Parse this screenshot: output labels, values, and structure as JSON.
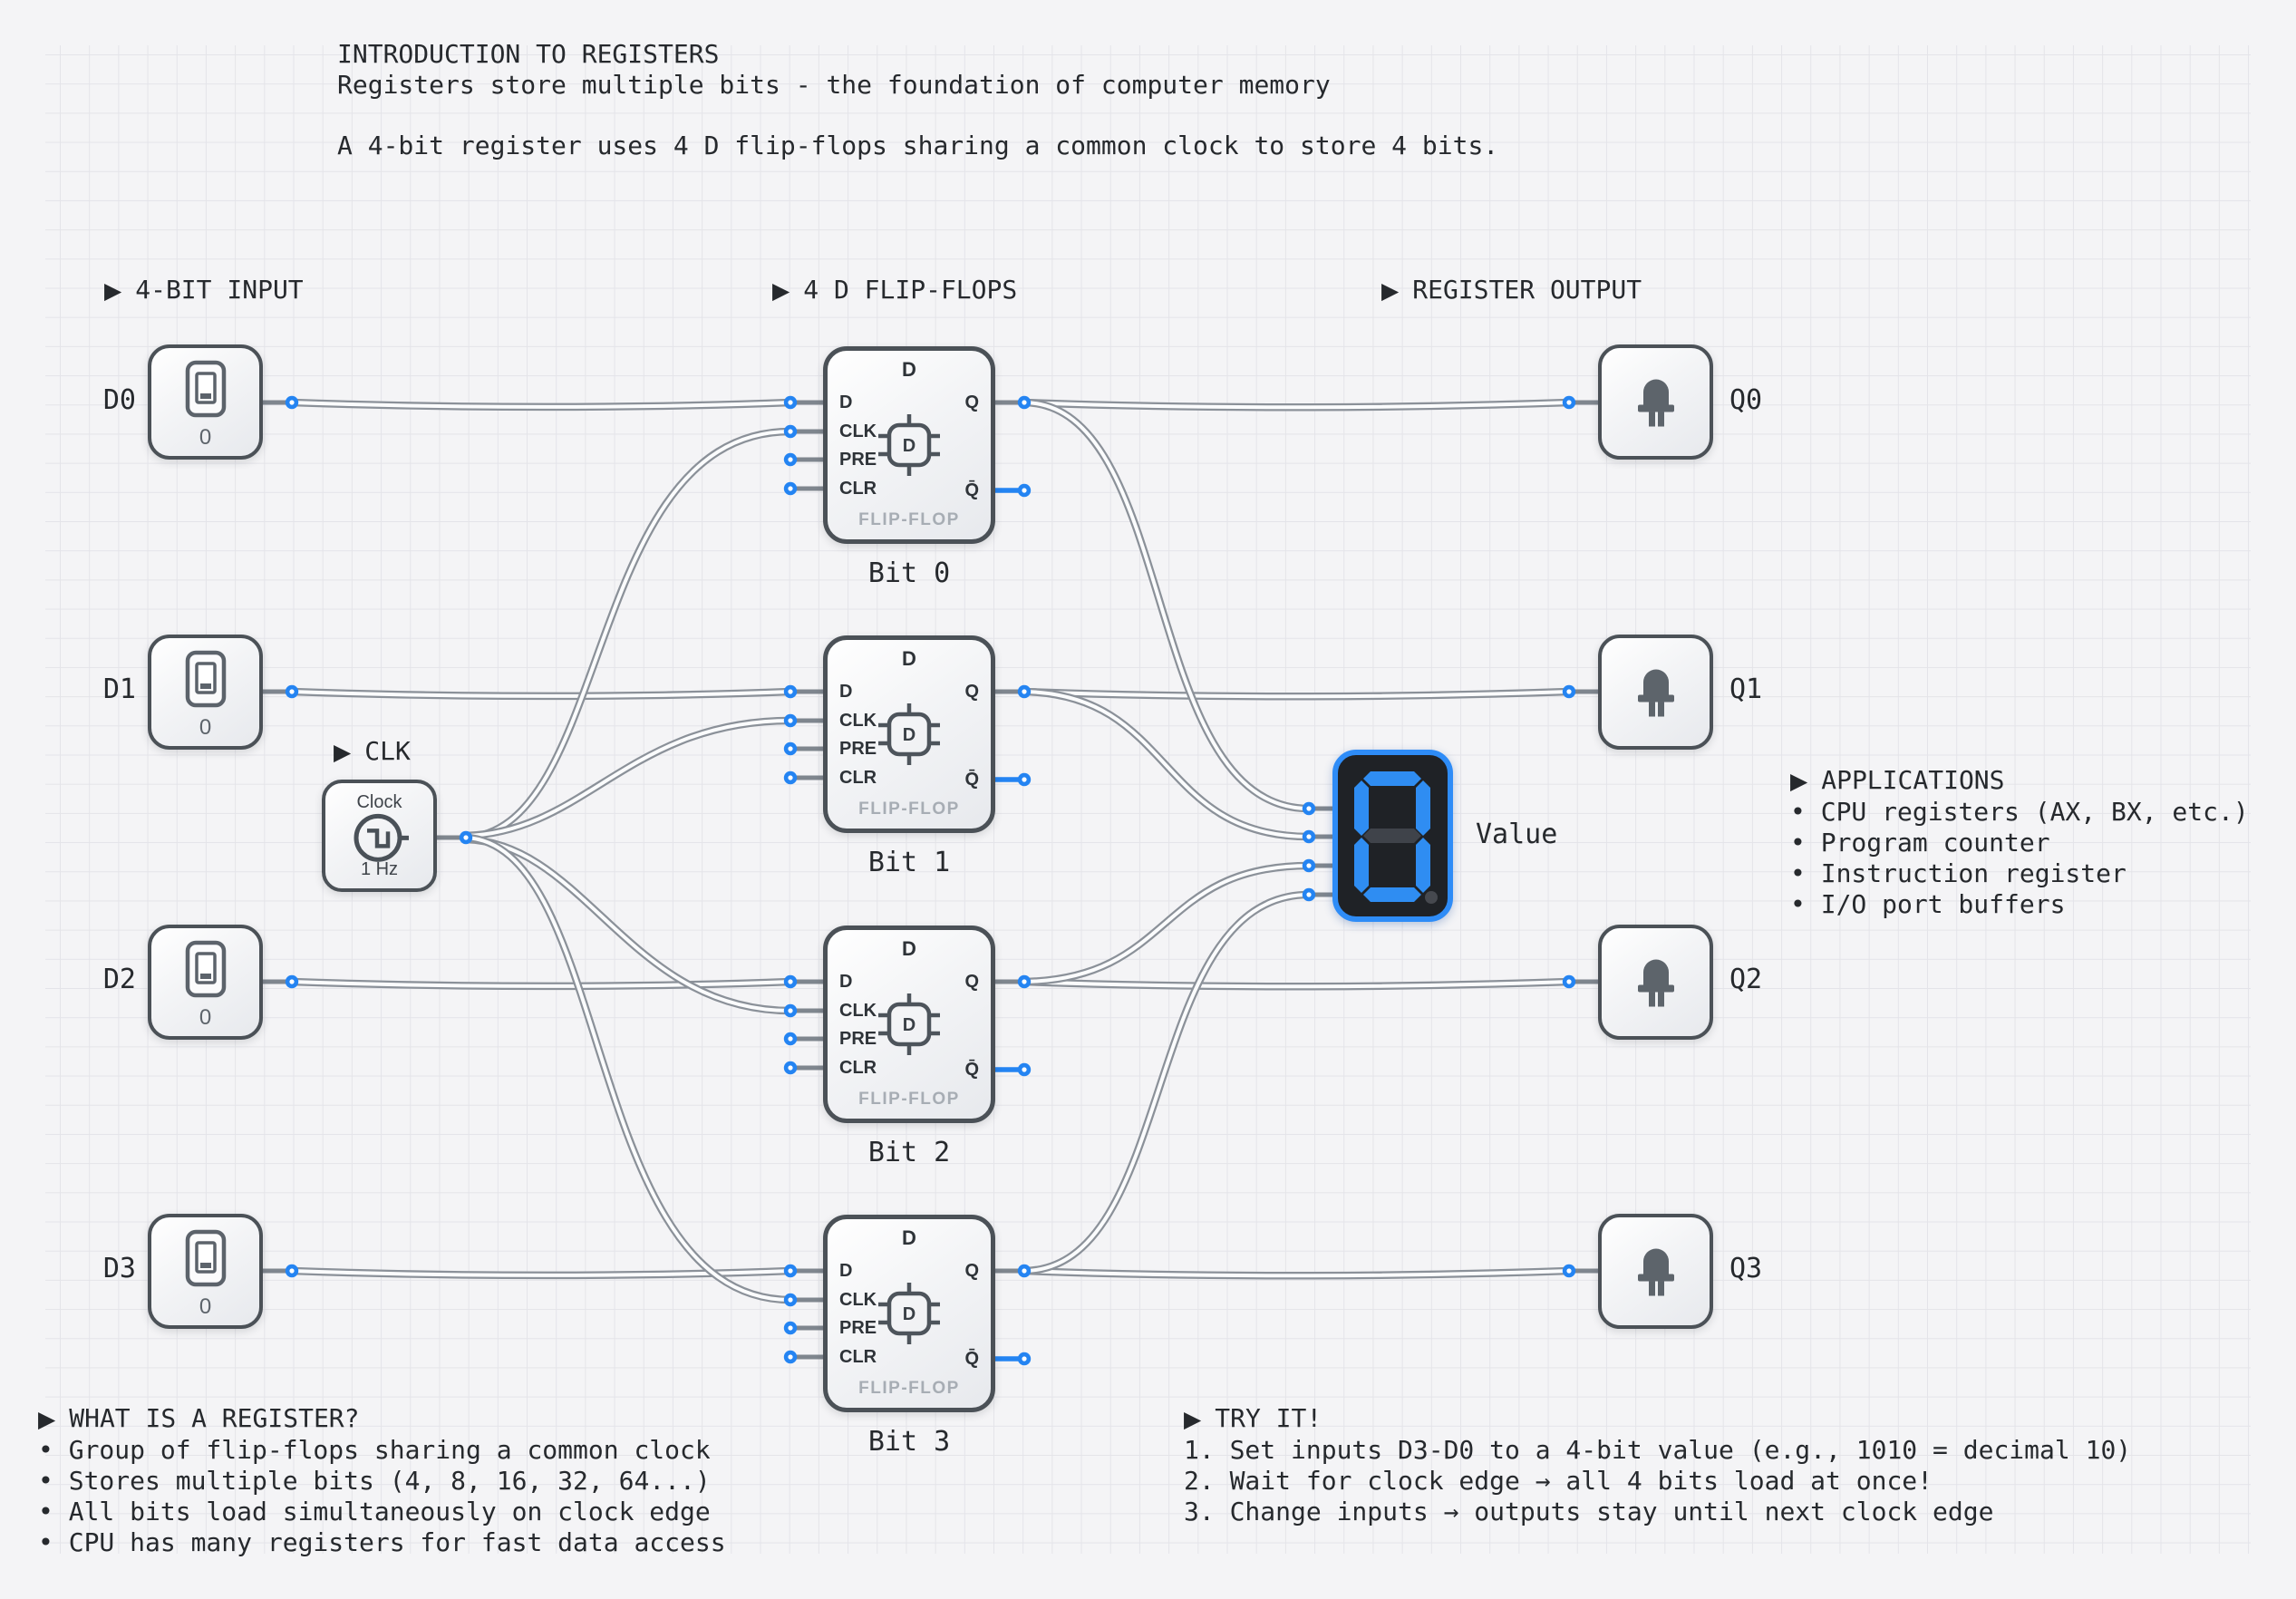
{
  "icons": {
    "section_arrow": "▶"
  },
  "colors": {
    "accent_blue": "#2484f2",
    "wire_gray": "#8b9199",
    "component_border": "#4b5157",
    "lit_segment": "#2f8df2",
    "unlit_segment": "#3f434a"
  },
  "title": {
    "lines": [
      "INTRODUCTION TO REGISTERS",
      "Registers store multiple bits - the foundation of computer memory",
      "A 4-bit register uses 4 D flip-flops sharing a common clock to store 4 bits."
    ]
  },
  "section_headers": {
    "input": "4-BIT INPUT",
    "flipflops": "4 D FLIP-FLOPS",
    "output": "REGISTER OUTPUT",
    "clock": "CLK"
  },
  "switches": [
    {
      "label": "D0",
      "value": "0"
    },
    {
      "label": "D1",
      "value": "0"
    },
    {
      "label": "D2",
      "value": "0"
    },
    {
      "label": "D3",
      "value": "0"
    }
  ],
  "clock": {
    "title": "Clock",
    "frequency": "1 Hz"
  },
  "ff_common": {
    "top_pin": "D",
    "pin_d": "D",
    "pin_clk": "CLK",
    "pin_pre": "PRE",
    "pin_clr": "CLR",
    "pin_q": "Q",
    "pin_qbar": "Q̄",
    "chip_label": "D",
    "type_label": "FLIP-FLOP"
  },
  "flipflops": [
    {
      "caption": "Bit 0"
    },
    {
      "caption": "Bit 1"
    },
    {
      "caption": "Bit 2"
    },
    {
      "caption": "Bit 3"
    }
  ],
  "display": {
    "label": "Value",
    "digit": "0",
    "segments": {
      "a": true,
      "b": true,
      "c": true,
      "d": true,
      "e": true,
      "f": true,
      "g": false,
      "dp": false
    }
  },
  "leds": [
    {
      "label": "Q0"
    },
    {
      "label": "Q1"
    },
    {
      "label": "Q2"
    },
    {
      "label": "Q3"
    }
  ],
  "info_register": {
    "header": "WHAT IS A REGISTER?",
    "lines": [
      "• Group of flip-flops sharing a common clock",
      "• Stores multiple bits (4, 8, 16, 32, 64...)",
      "• All bits load simultaneously on clock edge",
      "• CPU has many registers for fast data access"
    ]
  },
  "info_applications": {
    "header": "APPLICATIONS",
    "lines": [
      "• CPU registers (AX, BX, etc.)",
      "• Program counter",
      "• Instruction register",
      "• I/O port buffers"
    ]
  },
  "info_try": {
    "header": "TRY IT!",
    "lines": [
      "1. Set inputs D3-D0 to a 4-bit value (e.g., 1010 = decimal 10)",
      "2. Wait for clock edge → all 4 bits load at once!",
      "3. Change inputs → outputs stay until next clock edge"
    ]
  }
}
